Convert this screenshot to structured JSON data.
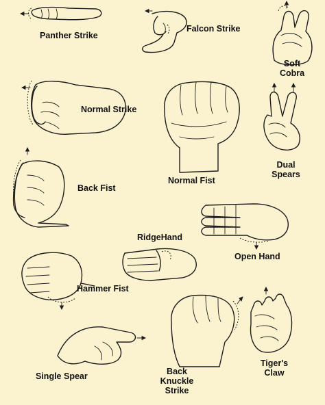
{
  "colors": {
    "background": "#fbf3cf",
    "ink": "#1d1d1d"
  },
  "labels": {
    "panther_strike": "Panther Strike",
    "falcon_strike": "Falcon Strike",
    "soft_cobra": "Soft\nCobra",
    "normal_strike": "Normal Strike",
    "dual_spears": "Dual\nSpears",
    "back_fist": "Back Fist",
    "normal_fist": "Normal Fist",
    "ridge_hand": "RidgeHand",
    "open_hand": "Open Hand",
    "hammer_fist": "Hammer Fist",
    "single_spear": "Single Spear",
    "back_knuckle_strike": "Back\nKnuckle\nStrike",
    "tigers_claw": "Tiger's\nClaw"
  }
}
